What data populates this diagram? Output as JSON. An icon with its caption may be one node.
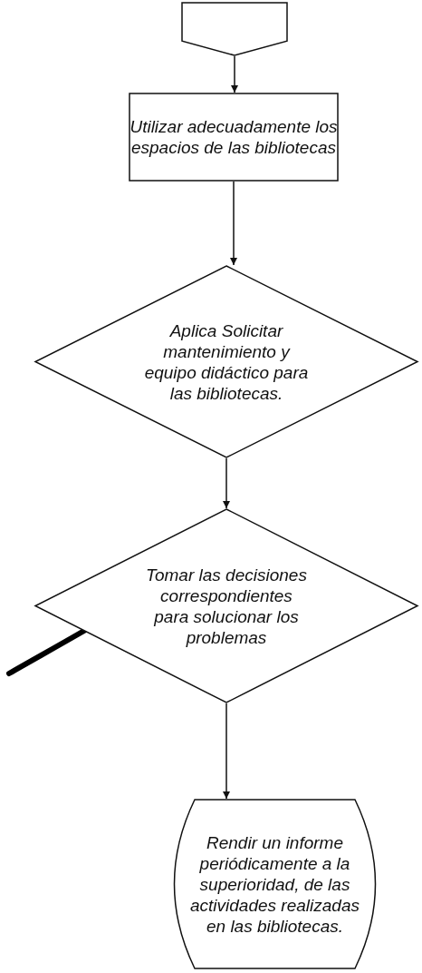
{
  "diagram": {
    "nodes": [
      {
        "text": [],
        "shape": "pentagon"
      },
      {
        "text": [
          "Utilizar adecuadamente los espacios de las bibliotecas"
        ]
      },
      {
        "text": [
          "Aplica Solicitar mantenimiento y equipo didáctico para las bibliotecas."
        ]
      },
      {
        "text": [
          "Tomar las decisiones correspondientes para solucionar los problemas"
        ]
      },
      {
        "text": [
          "Rendir un informe periódicamente a la superioridad, de las actividades realizadas en las bibliotecas."
        ]
      }
    ],
    "edges": [
      {
        "from": 0,
        "to": 1,
        "arrow": "to"
      },
      {
        "from": 1,
        "to": 2,
        "arrow": "to"
      },
      {
        "from": 2,
        "to": 3,
        "arrow": "to"
      },
      {
        "from": 3,
        "to": 4,
        "arrow": "to"
      }
    ]
  }
}
